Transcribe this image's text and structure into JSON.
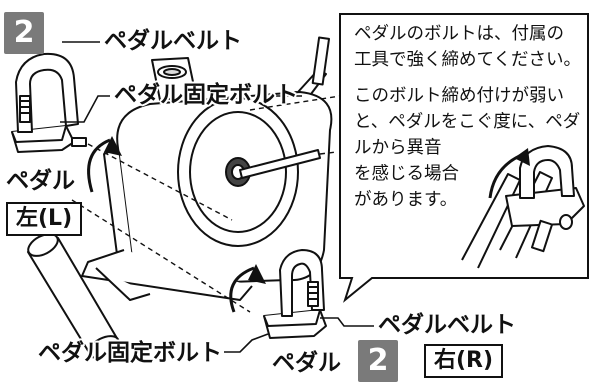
{
  "left": {
    "step_number": "2",
    "pedal_belt": "ペダルベルト",
    "pedal_bolt": "ペダル固定ボルト",
    "pedal": "ペダル",
    "side": "左(L)"
  },
  "right": {
    "step_number": "2",
    "pedal_belt": "ペダルベルト",
    "pedal_bolt": "ペダル固定ボルト",
    "pedal": "ペダル",
    "side": "右(R)"
  },
  "callout": {
    "lines": [
      "ペダルのボルトは、付属の",
      "工具で強く締めてください。",
      "このボルト締め付けが弱い",
      "と、ペダルをこぐ度に、ペダ",
      "ルから異音",
      "を感じる場合",
      "があります。"
    ]
  },
  "colors": {
    "step_badge": "#7a7a7a",
    "line": "#111111",
    "fill": "#ffffff"
  }
}
